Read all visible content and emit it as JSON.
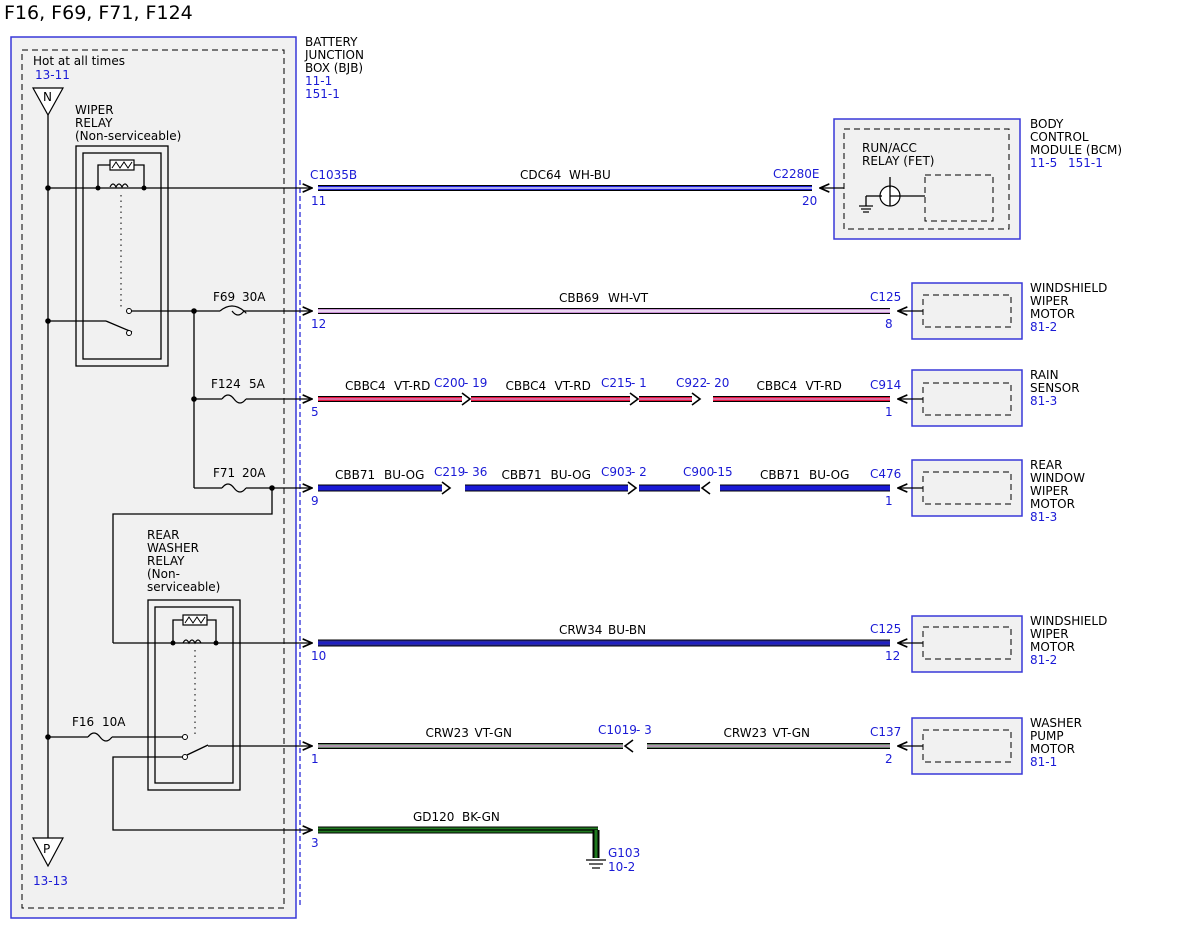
{
  "title": "F16, F69, F71, F124",
  "bjb": {
    "name_lines": [
      "BATTERY",
      "JUNCTION",
      "BOX (BJB)"
    ],
    "refs": [
      "11-1",
      "151-1"
    ],
    "hot_text": "Hot at all times",
    "hot_ref": "13-11",
    "top_terminal": "N",
    "bottom_terminal": "P",
    "bottom_ref": "13-13"
  },
  "relays": {
    "wiper": [
      "WIPER",
      "RELAY",
      "(Non-serviceable)"
    ],
    "rear_washer": [
      "REAR",
      "WASHER",
      "RELAY",
      "(Non-",
      "serviceable)"
    ]
  },
  "fuses": [
    {
      "name": "F69",
      "rating": "30A"
    },
    {
      "name": "F124",
      "rating": "5A"
    },
    {
      "name": "F71",
      "rating": "20A"
    },
    {
      "name": "F16",
      "rating": "10A"
    }
  ],
  "bcm": {
    "name_lines": [
      "BODY",
      "CONTROL",
      "MODULE (BCM)"
    ],
    "refs": [
      "11-5",
      "151-1"
    ],
    "relay_label": [
      "RUN/ACC",
      "RELAY (FET)"
    ]
  },
  "circuits": [
    {
      "bjb_connector": "C1035B",
      "bjb_pin": "11",
      "segments": [
        {
          "circuit": "CDC64",
          "color": "WH-BU"
        }
      ],
      "inline": [],
      "end_connector": "C2280E",
      "end_pin": "20",
      "component": null
    },
    {
      "bjb_pin": "12",
      "segments": [
        {
          "circuit": "CBB69",
          "color": "WH-VT"
        }
      ],
      "inline": [],
      "end_connector": "C125",
      "end_pin": "8",
      "component": {
        "lines": [
          "WINDSHIELD",
          "WIPER",
          "MOTOR"
        ],
        "ref": "81-2"
      }
    },
    {
      "bjb_pin": "5",
      "segments": [
        {
          "circuit": "CBBC4",
          "color": "VT-RD"
        },
        {
          "circuit": "CBBC4",
          "color": "VT-RD"
        },
        {
          "circuit": "",
          "color": ""
        },
        {
          "circuit": "CBBC4",
          "color": "VT-RD"
        }
      ],
      "inline": [
        {
          "connector": "C200",
          "pin": "- 19"
        },
        {
          "connector": "C215",
          "pin": "- 1"
        },
        {
          "connector": "C922",
          "pin": "- 20"
        }
      ],
      "end_connector": "C914",
      "end_pin": "1",
      "component": {
        "lines": [
          "RAIN",
          "SENSOR"
        ],
        "ref": "81-3"
      }
    },
    {
      "bjb_pin": "9",
      "segments": [
        {
          "circuit": "CBB71",
          "color": "BU-OG"
        },
        {
          "circuit": "CBB71",
          "color": "BU-OG"
        },
        {
          "circuit": "",
          "color": ""
        },
        {
          "circuit": "CBB71",
          "color": "BU-OG"
        }
      ],
      "inline": [
        {
          "connector": "C219",
          "pin": "- 36"
        },
        {
          "connector": "C903",
          "pin": "- 2"
        },
        {
          "connector": "C900",
          "pin": "-15"
        }
      ],
      "end_connector": "C476",
      "end_pin": "1",
      "component": {
        "lines": [
          "REAR",
          "WINDOW",
          "WIPER",
          "MOTOR"
        ],
        "ref": "81-3"
      }
    },
    {
      "bjb_pin": "10",
      "segments": [
        {
          "circuit": "CRW34",
          "color": "BU-BN"
        }
      ],
      "inline": [],
      "end_connector": "C125",
      "end_pin": "12",
      "component": {
        "lines": [
          "WINDSHIELD",
          "WIPER",
          "MOTOR"
        ],
        "ref": "81-2"
      }
    },
    {
      "bjb_pin": "1",
      "segments": [
        {
          "circuit": "CRW23",
          "color": "VT-GN"
        },
        {
          "circuit": "CRW23",
          "color": "VT-GN"
        }
      ],
      "inline": [
        {
          "connector": "C1019",
          "pin": "- 3"
        }
      ],
      "end_connector": "C137",
      "end_pin": "2",
      "component": {
        "lines": [
          "WASHER",
          "PUMP",
          "MOTOR"
        ],
        "ref": "81-1"
      }
    },
    {
      "bjb_pin": "3",
      "segments": [
        {
          "circuit": "GD120",
          "color": "BK-GN"
        }
      ],
      "inline": [],
      "ground": {
        "name": "G103",
        "ref": "10-2"
      }
    }
  ],
  "wire_colors": {
    "WH-BU": [
      "#ffffff",
      "#1a1ad6"
    ],
    "WH-VT": [
      "#ffffff",
      "#c98fd6"
    ],
    "VT-RD": [
      "#d89bd8",
      "#e8143c"
    ],
    "BU-OG": [
      "#1a1ad6",
      "#1a1ad6"
    ],
    "BU-BN": [
      "#1a1ad6",
      "#2a2aa0"
    ],
    "VT-GN": [
      "#d89bd8",
      "#6a8a6a"
    ],
    "BK-GN": [
      "#000000",
      "#1f7a1f"
    ]
  }
}
